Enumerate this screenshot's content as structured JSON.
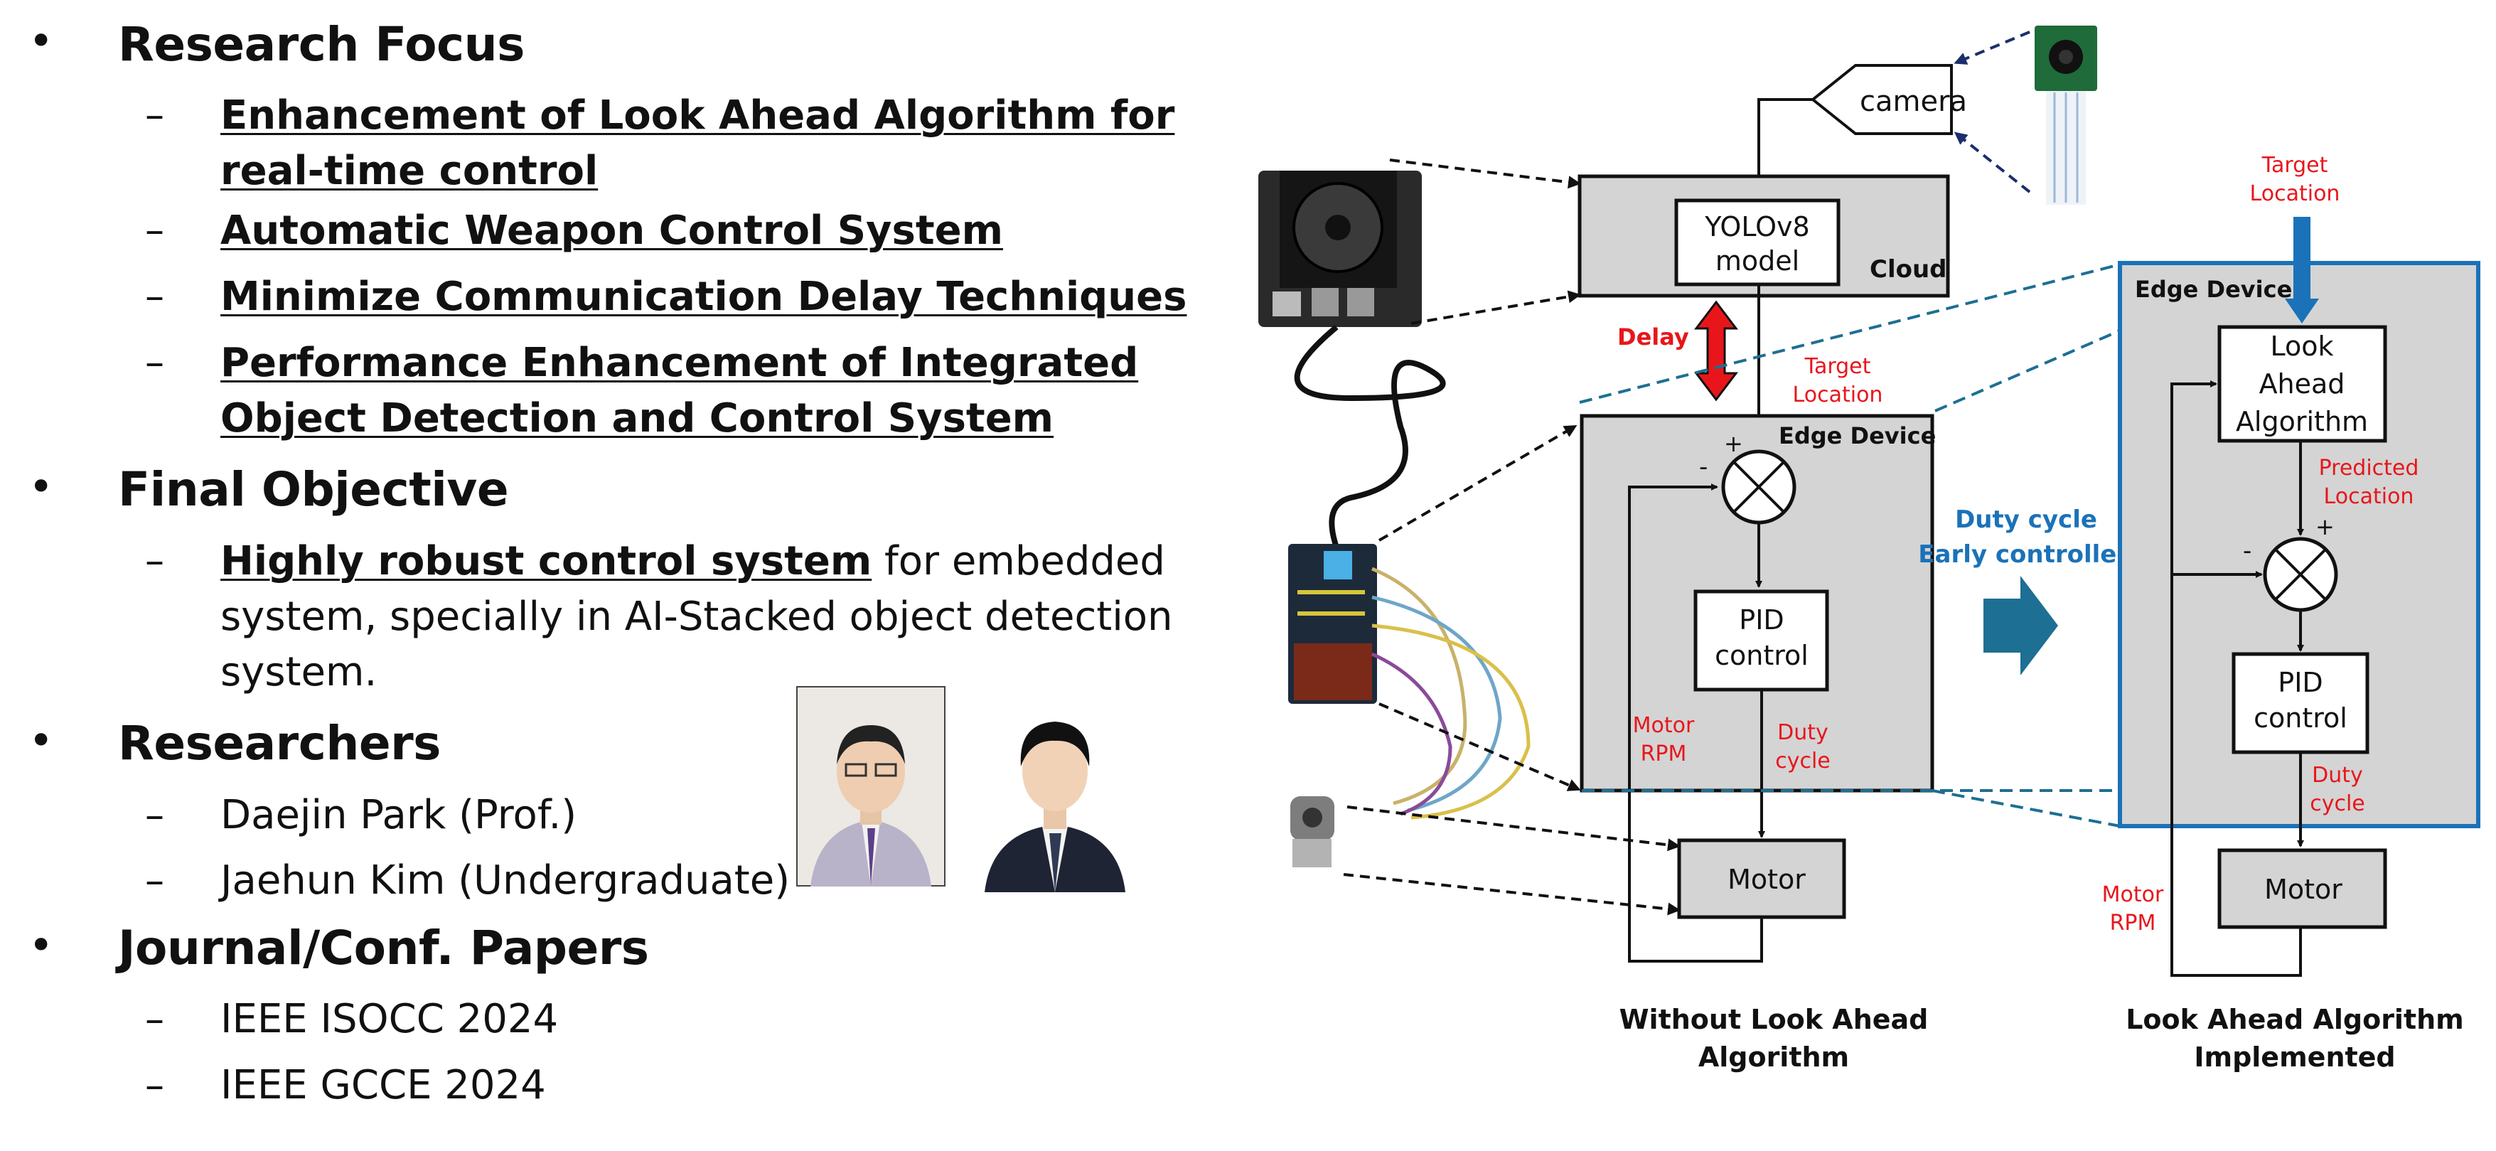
{
  "sections": {
    "research_focus": {
      "title": "Research Focus",
      "items": [
        "Enhancement of Look Ahead Algorithm for real-time control",
        "Automatic Weapon Control System",
        "Minimize Communication Delay Techniques",
        "Performance Enhancement of Integrated Object Detection and Control System"
      ]
    },
    "final_objective": {
      "title": "Final Objective",
      "bold": "Highly robust control system",
      "rest": " for embedded system, specially in AI-Stacked object detection system."
    },
    "researchers": {
      "title": "Researchers",
      "items": [
        "Daejin Park (Prof.)",
        "Jaehun Kim (Undergraduate)"
      ]
    },
    "papers": {
      "title": "Journal/Conf. Papers",
      "items": [
        "IEEE ISOCC 2024",
        "IEEE GCCE 2024"
      ]
    }
  },
  "diagram": {
    "camera": "camera",
    "yolo_l1": "YOLOv8",
    "yolo_l2": "model",
    "cloud": "Cloud",
    "delay": "Delay",
    "target_location_l1": "Target",
    "target_location_l2": "Location",
    "edge_device": "Edge Device",
    "plus": "+",
    "minus": "-",
    "pid_l1": "PID",
    "pid_l2": "control",
    "motor": "Motor",
    "motor_rpm_l1": "Motor",
    "motor_rpm_l2": "RPM",
    "duty_l1": "Duty",
    "duty_l2": "cycle",
    "duty_early_l1": "Duty cycle",
    "duty_early_l2": "Early controlled",
    "lookahead_l1": "Look",
    "lookahead_l2": "Ahead",
    "lookahead_l3": "Algorithm",
    "predicted_l1": "Predicted",
    "predicted_l2": "Location",
    "caption_left_l1": "Without Look Ahead",
    "caption_left_l2": "Algorithm",
    "caption_right_l1": "Look Ahead Algorithm",
    "caption_right_l2": "Implemented"
  },
  "colors": {
    "text": "#111111",
    "red": "#e8161b",
    "blue": "#1b72b8",
    "box_gray": "#d4d4d4",
    "dark_blue": "#1a2f6b",
    "arrow_teal": "#1d6f93"
  },
  "icons": [
    "bullet-icon",
    "dash-icon",
    "camera-module-icon",
    "jetson-board-icon",
    "arduino-board-icon",
    "dc-motor-icon",
    "summing-junction-icon"
  ]
}
